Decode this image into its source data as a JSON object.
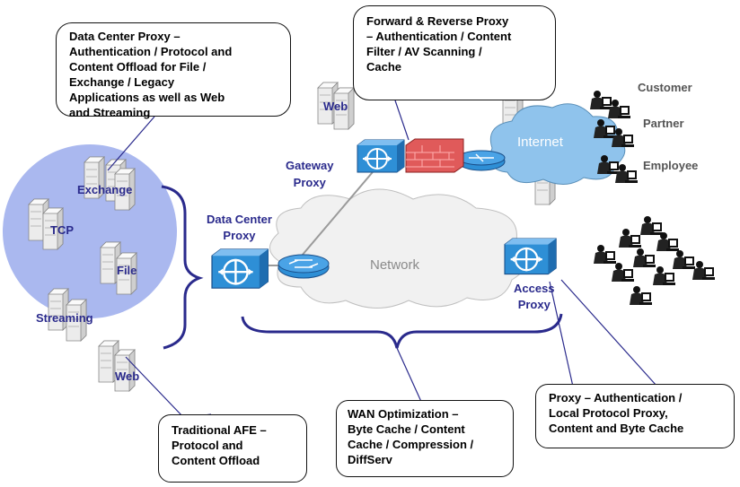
{
  "callouts": {
    "data_center": "Data Center Proxy  –\nAuthentication / Protocol and\nContent Offload for File /\nExchange / Legacy\nApplications as well as Web\nand Streaming",
    "forward_reverse": "Forward & Reverse Proxy\n– Authentication / Content\nFilter / AV Scanning /\nCache",
    "traditional_afe": "Traditional AFE  –\nProtocol and\nContent Offload",
    "wan_optimization": "WAN Optimization –\nByte Cache / Content\nCache / Compression /\nDiffServ",
    "access_proxy": "Proxy – Authentication /\nLocal Protocol Proxy,\nContent and Byte Cache"
  },
  "labels": {
    "exchange": "Exchange",
    "tcp": "TCP",
    "file": "File",
    "streaming": "Streaming",
    "web_dc": "Web",
    "web_gw": "Web",
    "gateway_proxy": "Gateway\nProxy",
    "data_center_proxy": "Data Center\nProxy",
    "access_proxy": "Access\nProxy",
    "network": "Network",
    "internet": "Internet",
    "customer": "Customer",
    "partner": "Partner",
    "employee": "Employee"
  },
  "colors": {
    "datacenter_circle": "#aab8ef",
    "proxy_blue": "#2e8fd6",
    "firewall_red": "#e05a5a",
    "internet_cloud": "#8fc3ec",
    "network_cloud": "#f1f1f1",
    "brace": "#2a2a8c"
  }
}
